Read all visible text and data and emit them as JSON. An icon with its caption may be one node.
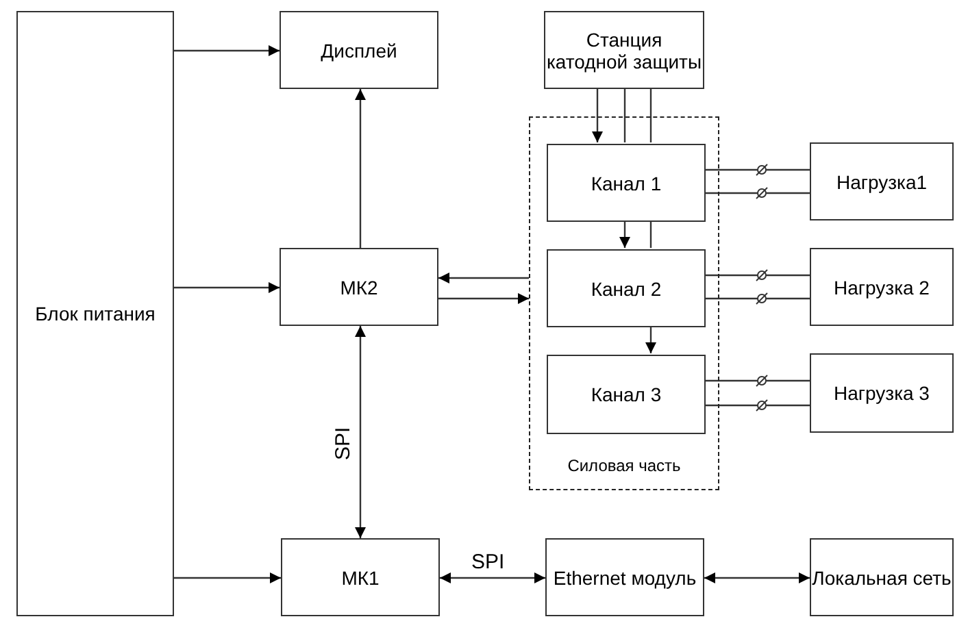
{
  "diagram": {
    "nodes": [
      {
        "text": [
          "Блок питания"
        ]
      },
      {
        "text": [
          "Дисплей"
        ]
      },
      {
        "text": [
          "МК2"
        ]
      },
      {
        "text": [
          "МК1"
        ]
      },
      {
        "text": [
          "Станция катодной защиты"
        ]
      },
      {
        "text": [
          "Силовая часть"
        ]
      },
      {
        "text": [
          "Канал 1"
        ],
        "in": 5
      },
      {
        "text": [
          "Канал 2"
        ],
        "in": 5
      },
      {
        "text": [
          "Канал 3"
        ],
        "in": 5
      },
      {
        "text": [
          "Нагрузка1"
        ]
      },
      {
        "text": [
          "Нагрузка 2"
        ]
      },
      {
        "text": [
          "Нагрузка 3"
        ]
      },
      {
        "text": [
          "Ethernet модуль"
        ]
      },
      {
        "text": [
          "Локальная сеть"
        ]
      }
    ],
    "edges": [
      {
        "from": 0,
        "to": 1,
        "arrow": "to"
      },
      {
        "from": 0,
        "to": 2,
        "arrow": "to"
      },
      {
        "from": 0,
        "to": 3,
        "arrow": "to"
      },
      {
        "from": 2,
        "to": 1,
        "arrow": "to"
      },
      {
        "from": 3,
        "to": 2,
        "arrow": "both",
        "label": "SPI"
      },
      {
        "from": 12,
        "to": 3,
        "arrow": "both",
        "label": "SPI"
      },
      {
        "from": 12,
        "to": 13,
        "arrow": "both"
      },
      {
        "from": 5,
        "to": 2,
        "arrow": "to"
      },
      {
        "from": 2,
        "to": 5,
        "arrow": "to"
      },
      {
        "from": 4,
        "to": 6,
        "arrow": "to"
      },
      {
        "from": 4,
        "to": 6,
        "arrow": "none"
      },
      {
        "from": 4,
        "to": 6,
        "arrow": "none"
      },
      {
        "from": 6,
        "to": 7,
        "arrow": "to"
      },
      {
        "from": 6,
        "to": 7,
        "arrow": "none"
      },
      {
        "from": 7,
        "to": 8,
        "arrow": "to"
      },
      {
        "from": 6,
        "to": 9,
        "arrow": "none"
      },
      {
        "from": 6,
        "to": 9,
        "arrow": "none"
      },
      {
        "from": 7,
        "to": 10,
        "arrow": "none"
      },
      {
        "from": 7,
        "to": 10,
        "arrow": "none"
      },
      {
        "from": 8,
        "to": 11,
        "arrow": "none"
      },
      {
        "from": 8,
        "to": 11,
        "arrow": "none"
      }
    ]
  }
}
